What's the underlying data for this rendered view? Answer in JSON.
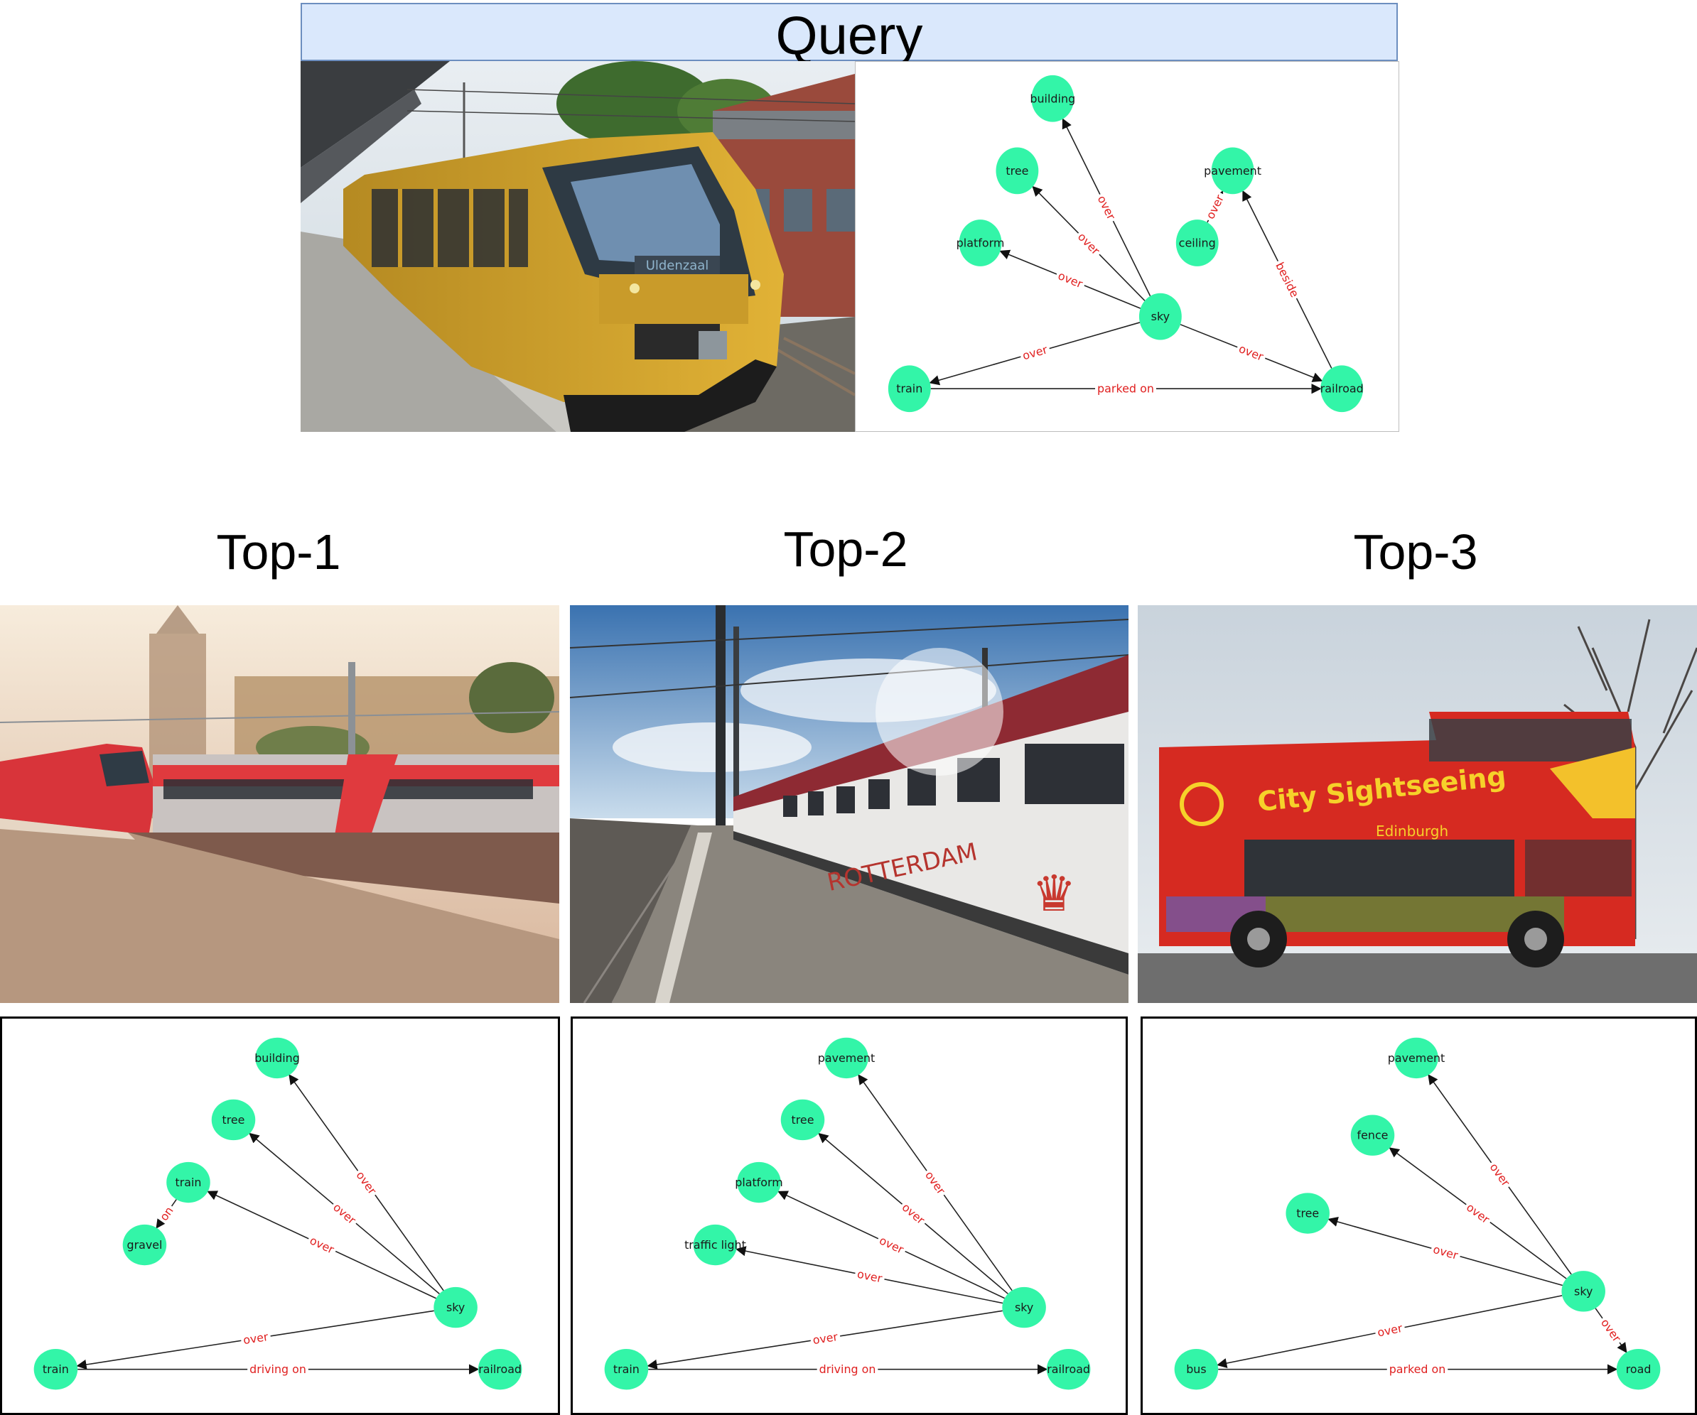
{
  "query": {
    "title": "Query",
    "photo_sign": "Uldenzaal",
    "graph": {
      "nodes": [
        {
          "id": "building",
          "label": "building"
        },
        {
          "id": "tree",
          "label": "tree"
        },
        {
          "id": "pavement",
          "label": "pavement"
        },
        {
          "id": "platform",
          "label": "platform"
        },
        {
          "id": "ceiling",
          "label": "ceiling"
        },
        {
          "id": "sky",
          "label": "sky"
        },
        {
          "id": "train",
          "label": "train"
        },
        {
          "id": "railroad",
          "label": "railroad"
        }
      ],
      "edges": [
        {
          "from": "sky",
          "to": "building",
          "label": "over"
        },
        {
          "from": "sky",
          "to": "tree",
          "label": "over"
        },
        {
          "from": "sky",
          "to": "platform",
          "label": "over"
        },
        {
          "from": "sky",
          "to": "train",
          "label": "over"
        },
        {
          "from": "sky",
          "to": "railroad",
          "label": "over"
        },
        {
          "from": "ceiling",
          "to": "pavement",
          "label": "over"
        },
        {
          "from": "railroad",
          "to": "pavement",
          "label": "beside"
        },
        {
          "from": "train",
          "to": "railroad",
          "label": "parked on"
        }
      ]
    }
  },
  "results": [
    {
      "title": "Top-1",
      "graph": {
        "nodes": [
          {
            "id": "building",
            "label": "building"
          },
          {
            "id": "tree",
            "label": "tree"
          },
          {
            "id": "train_a",
            "label": "train"
          },
          {
            "id": "gravel",
            "label": "gravel"
          },
          {
            "id": "sky",
            "label": "sky"
          },
          {
            "id": "train_b",
            "label": "train"
          },
          {
            "id": "railroad",
            "label": "railroad"
          }
        ],
        "edges": [
          {
            "from": "sky",
            "to": "building",
            "label": "over"
          },
          {
            "from": "sky",
            "to": "tree",
            "label": "over"
          },
          {
            "from": "sky",
            "to": "train_a",
            "label": "over"
          },
          {
            "from": "train_a",
            "to": "gravel",
            "label": "on"
          },
          {
            "from": "sky",
            "to": "train_b",
            "label": "over"
          },
          {
            "from": "train_b",
            "to": "railroad",
            "label": "driving on"
          }
        ]
      }
    },
    {
      "title": "Top-2",
      "photo_text": "ROTTERDAM",
      "graph": {
        "nodes": [
          {
            "id": "pavement",
            "label": "pavement"
          },
          {
            "id": "tree",
            "label": "tree"
          },
          {
            "id": "platform",
            "label": "platform"
          },
          {
            "id": "traffic_light",
            "label": "traffic light"
          },
          {
            "id": "sky",
            "label": "sky"
          },
          {
            "id": "train",
            "label": "train"
          },
          {
            "id": "railroad",
            "label": "railroad"
          }
        ],
        "edges": [
          {
            "from": "sky",
            "to": "pavement",
            "label": "over"
          },
          {
            "from": "sky",
            "to": "tree",
            "label": "over"
          },
          {
            "from": "sky",
            "to": "platform",
            "label": "over"
          },
          {
            "from": "sky",
            "to": "traffic_light",
            "label": "over"
          },
          {
            "from": "sky",
            "to": "train",
            "label": "over"
          },
          {
            "from": "train",
            "to": "railroad",
            "label": "driving on"
          }
        ]
      }
    },
    {
      "title": "Top-3",
      "photo_text": "City Sightseeing",
      "photo_subtext": "Edinburgh",
      "graph": {
        "nodes": [
          {
            "id": "pavement",
            "label": "pavement"
          },
          {
            "id": "fence",
            "label": "fence"
          },
          {
            "id": "tree",
            "label": "tree"
          },
          {
            "id": "sky",
            "label": "sky"
          },
          {
            "id": "bus",
            "label": "bus"
          },
          {
            "id": "road",
            "label": "road"
          }
        ],
        "edges": [
          {
            "from": "sky",
            "to": "pavement",
            "label": "over"
          },
          {
            "from": "sky",
            "to": "fence",
            "label": "over"
          },
          {
            "from": "sky",
            "to": "tree",
            "label": "over"
          },
          {
            "from": "sky",
            "to": "bus",
            "label": "over"
          },
          {
            "from": "sky",
            "to": "road",
            "label": "over"
          },
          {
            "from": "bus",
            "to": "road",
            "label": "parked on"
          }
        ]
      }
    }
  ],
  "colors": {
    "node": "#33f5a8",
    "edge_label": "#e02020",
    "query_header_bg": "#dae8fc",
    "query_header_border": "#6c8ebf"
  }
}
